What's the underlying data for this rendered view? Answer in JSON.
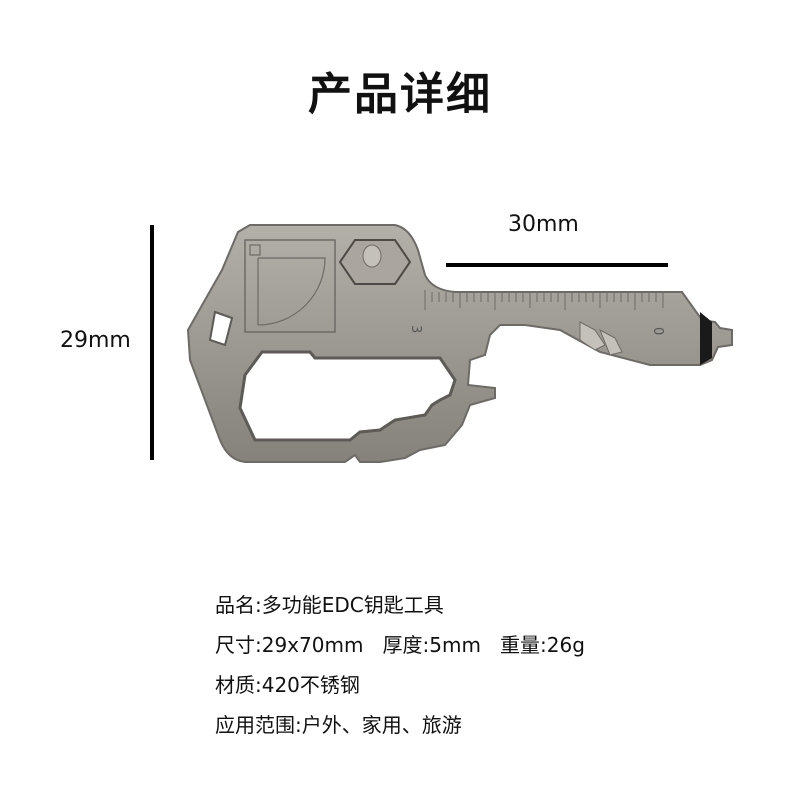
{
  "header": {
    "title": "产品详细"
  },
  "dimensions": {
    "height_label": "29mm",
    "length_label": "30mm"
  },
  "product_image": {
    "description": "multi-function EDC key tool",
    "scale_marks": [
      "3",
      "0"
    ],
    "colors": {
      "metal": "#9c9892",
      "metal_dark": "#5e5b57",
      "metal_light": "#c4c1bb",
      "tip": "#1a1a1a"
    }
  },
  "specs": {
    "name": "品名:多功能EDC钥匙工具",
    "size": "尺寸:29x70mm",
    "thickness": "厚度:5mm",
    "weight": "重量:26g",
    "material": "材质:420不锈钢",
    "usage": "应用范围:户外、家用、旅游"
  }
}
